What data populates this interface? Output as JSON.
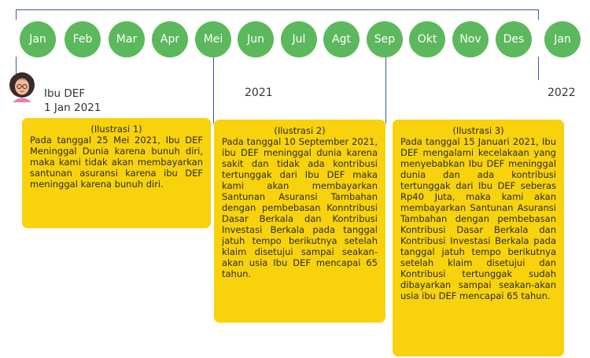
{
  "timeline": {
    "months": [
      "Jan",
      "Feb",
      "Mar",
      "Apr",
      "Mei",
      "Jun",
      "Jul",
      "Agt",
      "Sep",
      "Okt",
      "Nov",
      "Des",
      "Jan"
    ],
    "years": [
      "2021",
      "2022"
    ],
    "person": {
      "name": "Ibu DEF",
      "date": "1 Jan 2021"
    }
  },
  "cards": [
    {
      "title": "(Ilustrasi 1)",
      "text": "Pada tanggal 25 Mei 2021, Ibu DEF Meninggal Dunia karena bunuh diri, maka kami tidak akan membayarkan santunan asuransi karena ibu DEF meninggal karena bunuh diri."
    },
    {
      "title": "(Ilustrasi 2)",
      "text": "Pada tanggal 10 September 2021, ibu DEF meninggal dunia karena sakit dan tidak ada kontribusi tertunggak dari Ibu DEF maka kami akan membayarkan Santunan Asuransi Tambahan dengan pembebasan Konntribusi Dasar Berkala dan Kontribusi Investasi Berkala pada tanggal jatuh tempo berikutnya setelah klaim disetujui sampai seakan-akan usia Ibu DEF mencapai 65 tahun."
    },
    {
      "title": "(Ilustrasi 3)",
      "text": "Pada tanggal 15 Januari 2021, Ibu DEF mengalami kecelakaan yang menyebabkan Ibu DEF meninggal dunia dan ada kontribusi tertunggak dari Ibu DEF seberas Rp40 Juta, maka kami akan membayarkan Santunan Asuransi Tambahan dengan pembebasan Kontribusi Dasar Berkala dan Kontribusi Investasi Berkala pada tanggal jatuh tempo berikutnya setelah klaim disetujui dan Kontribusi tertunggak sudah dibayarkan sampai seakan-akan usia ibu DEF mencapai 65 tahun."
    }
  ],
  "colors": {
    "month_fill": "#5cb85c",
    "card_fill": "#f7d20d",
    "line": "#3a5aa0"
  }
}
